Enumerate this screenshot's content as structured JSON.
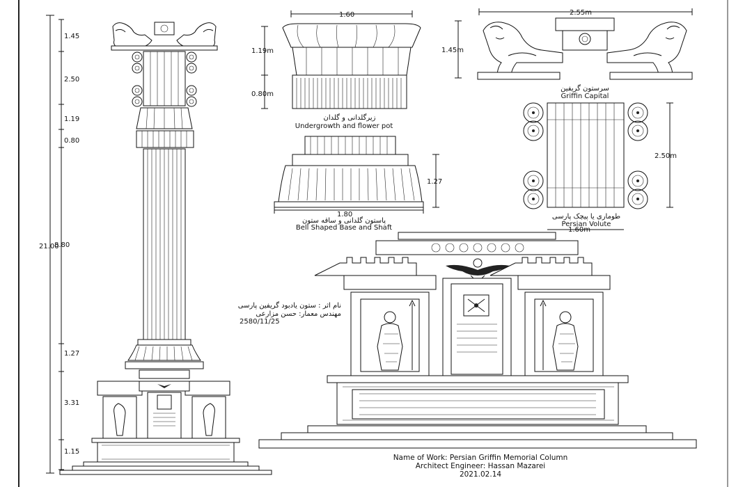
{
  "left_dimensions": {
    "total": "21.00",
    "segments": [
      "1.45",
      "2.50",
      "1.19",
      "0.80",
      "8.80",
      "1.27",
      "3.31",
      "1.15"
    ]
  },
  "detail_pot": {
    "width": "1.60",
    "height_upper": "1.19m",
    "height_lower": "0.80m",
    "caption_fa": "زیرگلدانی و گلدان",
    "caption_en": "Undergrowth and flower pot"
  },
  "detail_base": {
    "width": "1.80",
    "height": "1.27",
    "caption_fa": "پاستون گلدانی و ساقه ستون",
    "caption_en": "Bell Shaped Base and Shaft"
  },
  "detail_capital": {
    "width": "2.55m",
    "height": "1.45m",
    "caption_fa": "سرستون گریفین",
    "caption_en": "Griffin Capital"
  },
  "detail_volute": {
    "width": "1.60m",
    "height": "2.50m",
    "caption_fa": "طوماری یا پیچک پارسی",
    "caption_en": "Persian Volute"
  },
  "persian_credits": {
    "line1": "نام اثر : ستون یادبود گریفین پارسی",
    "line2": "مهندس معمار: حسن مزارعی",
    "date": "2580/11/25"
  },
  "credits": {
    "name_of_work": "Name of Work: Persian Griffin Memorial Column",
    "architect": "Architect Engineer: Hassan Mazarei",
    "date": "2021.02.14"
  }
}
